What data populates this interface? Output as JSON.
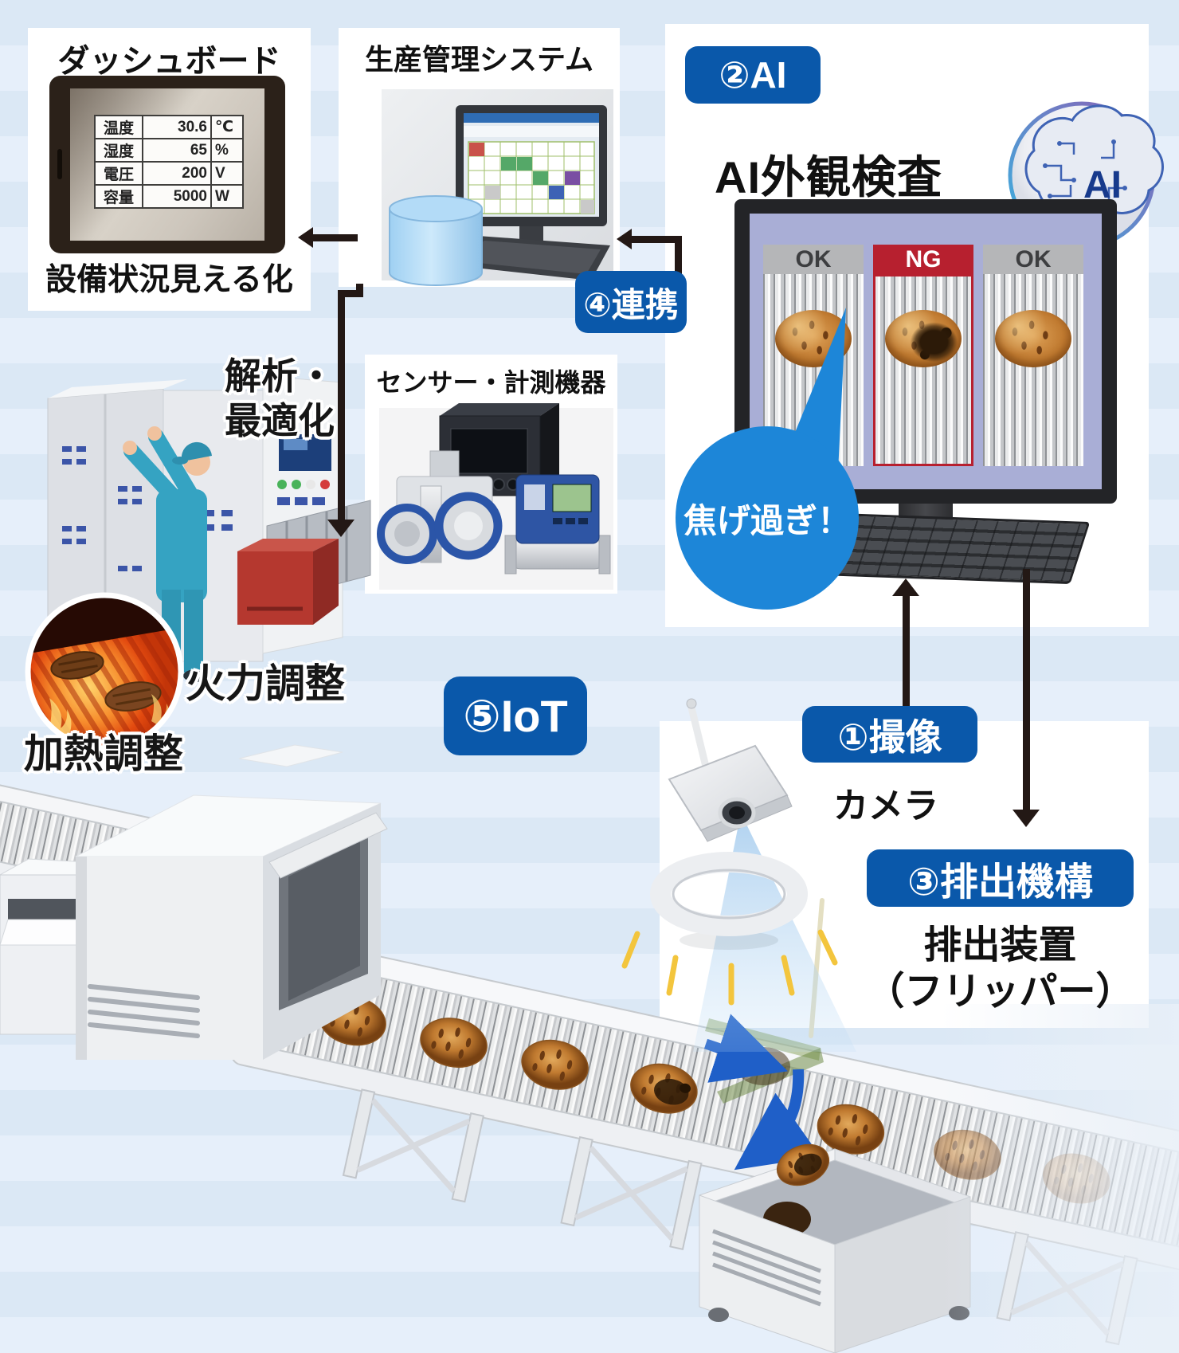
{
  "colors": {
    "badge_blue": "#0a58aa",
    "bubble_blue": "#1d86d8",
    "ng_red": "#b7202f",
    "ok_gray": "#b5b6b8",
    "arrow_black": "#231815",
    "bg_blue": "#dbe8f5"
  },
  "dashboard": {
    "title": "ダッシュボード",
    "caption": "設備状況見える化",
    "rows": [
      {
        "label": "温度",
        "value": "30.6",
        "unit": "℃"
      },
      {
        "label": "湿度",
        "value": "65",
        "unit": "%"
      },
      {
        "label": "電圧",
        "value": "200",
        "unit": "V"
      },
      {
        "label": "容量",
        "value": "5000",
        "unit": "W"
      }
    ]
  },
  "production": {
    "title": "生産管理システム"
  },
  "sensor": {
    "title": "センサー・計測機器"
  },
  "ai": {
    "badge": "②AI",
    "title": "AI外観検査",
    "brain_label": "AI",
    "results": [
      {
        "status": "OK"
      },
      {
        "status": "NG"
      },
      {
        "status": "OK"
      }
    ],
    "bubble": "焦げ過ぎ！"
  },
  "link_badge": "④連携",
  "iot_badge": "⑤IoT",
  "camera_section": {
    "badge": "①撮像",
    "camera_label": "カメラ"
  },
  "discharge_section": {
    "badge": "③排出機構",
    "line1": "排出装置",
    "line2": "（フリッパー）"
  },
  "left_section": {
    "analysis_line1": "解析・",
    "analysis_line2": "最適化",
    "fire": "火力調整",
    "heat": "加熱調整"
  }
}
